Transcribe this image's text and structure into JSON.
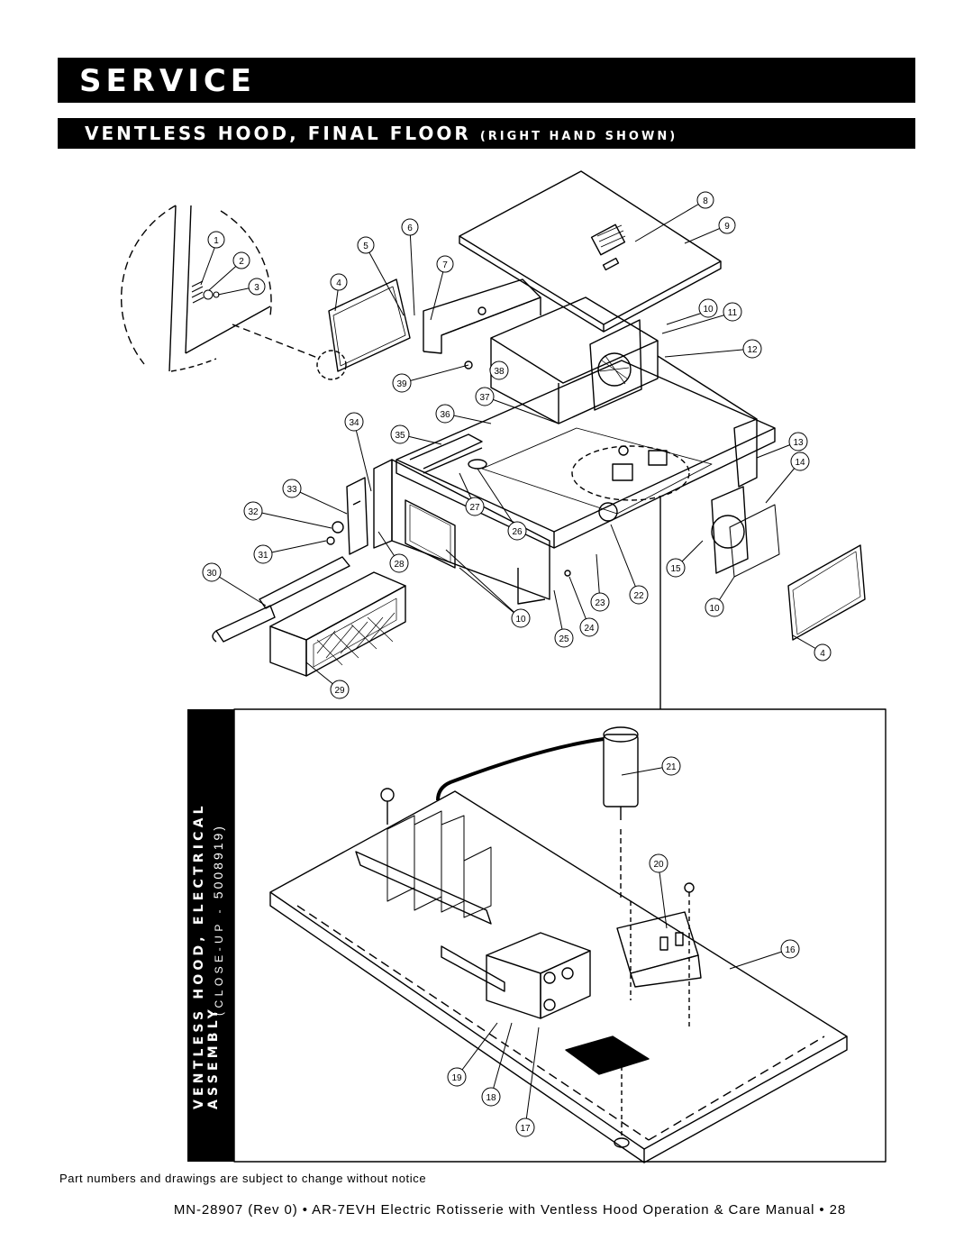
{
  "header": {
    "section_title": "SERVICE",
    "subtitle_main": "VENTLESS HOOD, FINAL FLOOR",
    "subtitle_sub": "(RIGHT HAND SHOWN)"
  },
  "diagram": {
    "callouts": [
      "1",
      "2",
      "3",
      "4",
      "5",
      "6",
      "7",
      "8",
      "9",
      "10",
      "11",
      "12",
      "13",
      "14",
      "15",
      "16",
      "17",
      "18",
      "19",
      "20",
      "21",
      "22",
      "23",
      "24",
      "25",
      "26",
      "27",
      "28",
      "29",
      "30",
      "31",
      "32",
      "33",
      "34",
      "35",
      "36",
      "37",
      "38",
      "39"
    ],
    "inset_label_line1": "VENTLESS HOOD, ELECTRICAL ASSEMBLY",
    "inset_label_line2_prefix": "(CLOSE-UP - ",
    "inset_part_number": "5008919",
    "inset_label_line2_suffix": ")"
  },
  "footnote": "Part numbers and drawings are subject to change without notice",
  "footer": "MN-28907 (Rev 0) • AR-7EVH Electric Rotisserie with Ventless Hood Operation & Care Manual • 28"
}
